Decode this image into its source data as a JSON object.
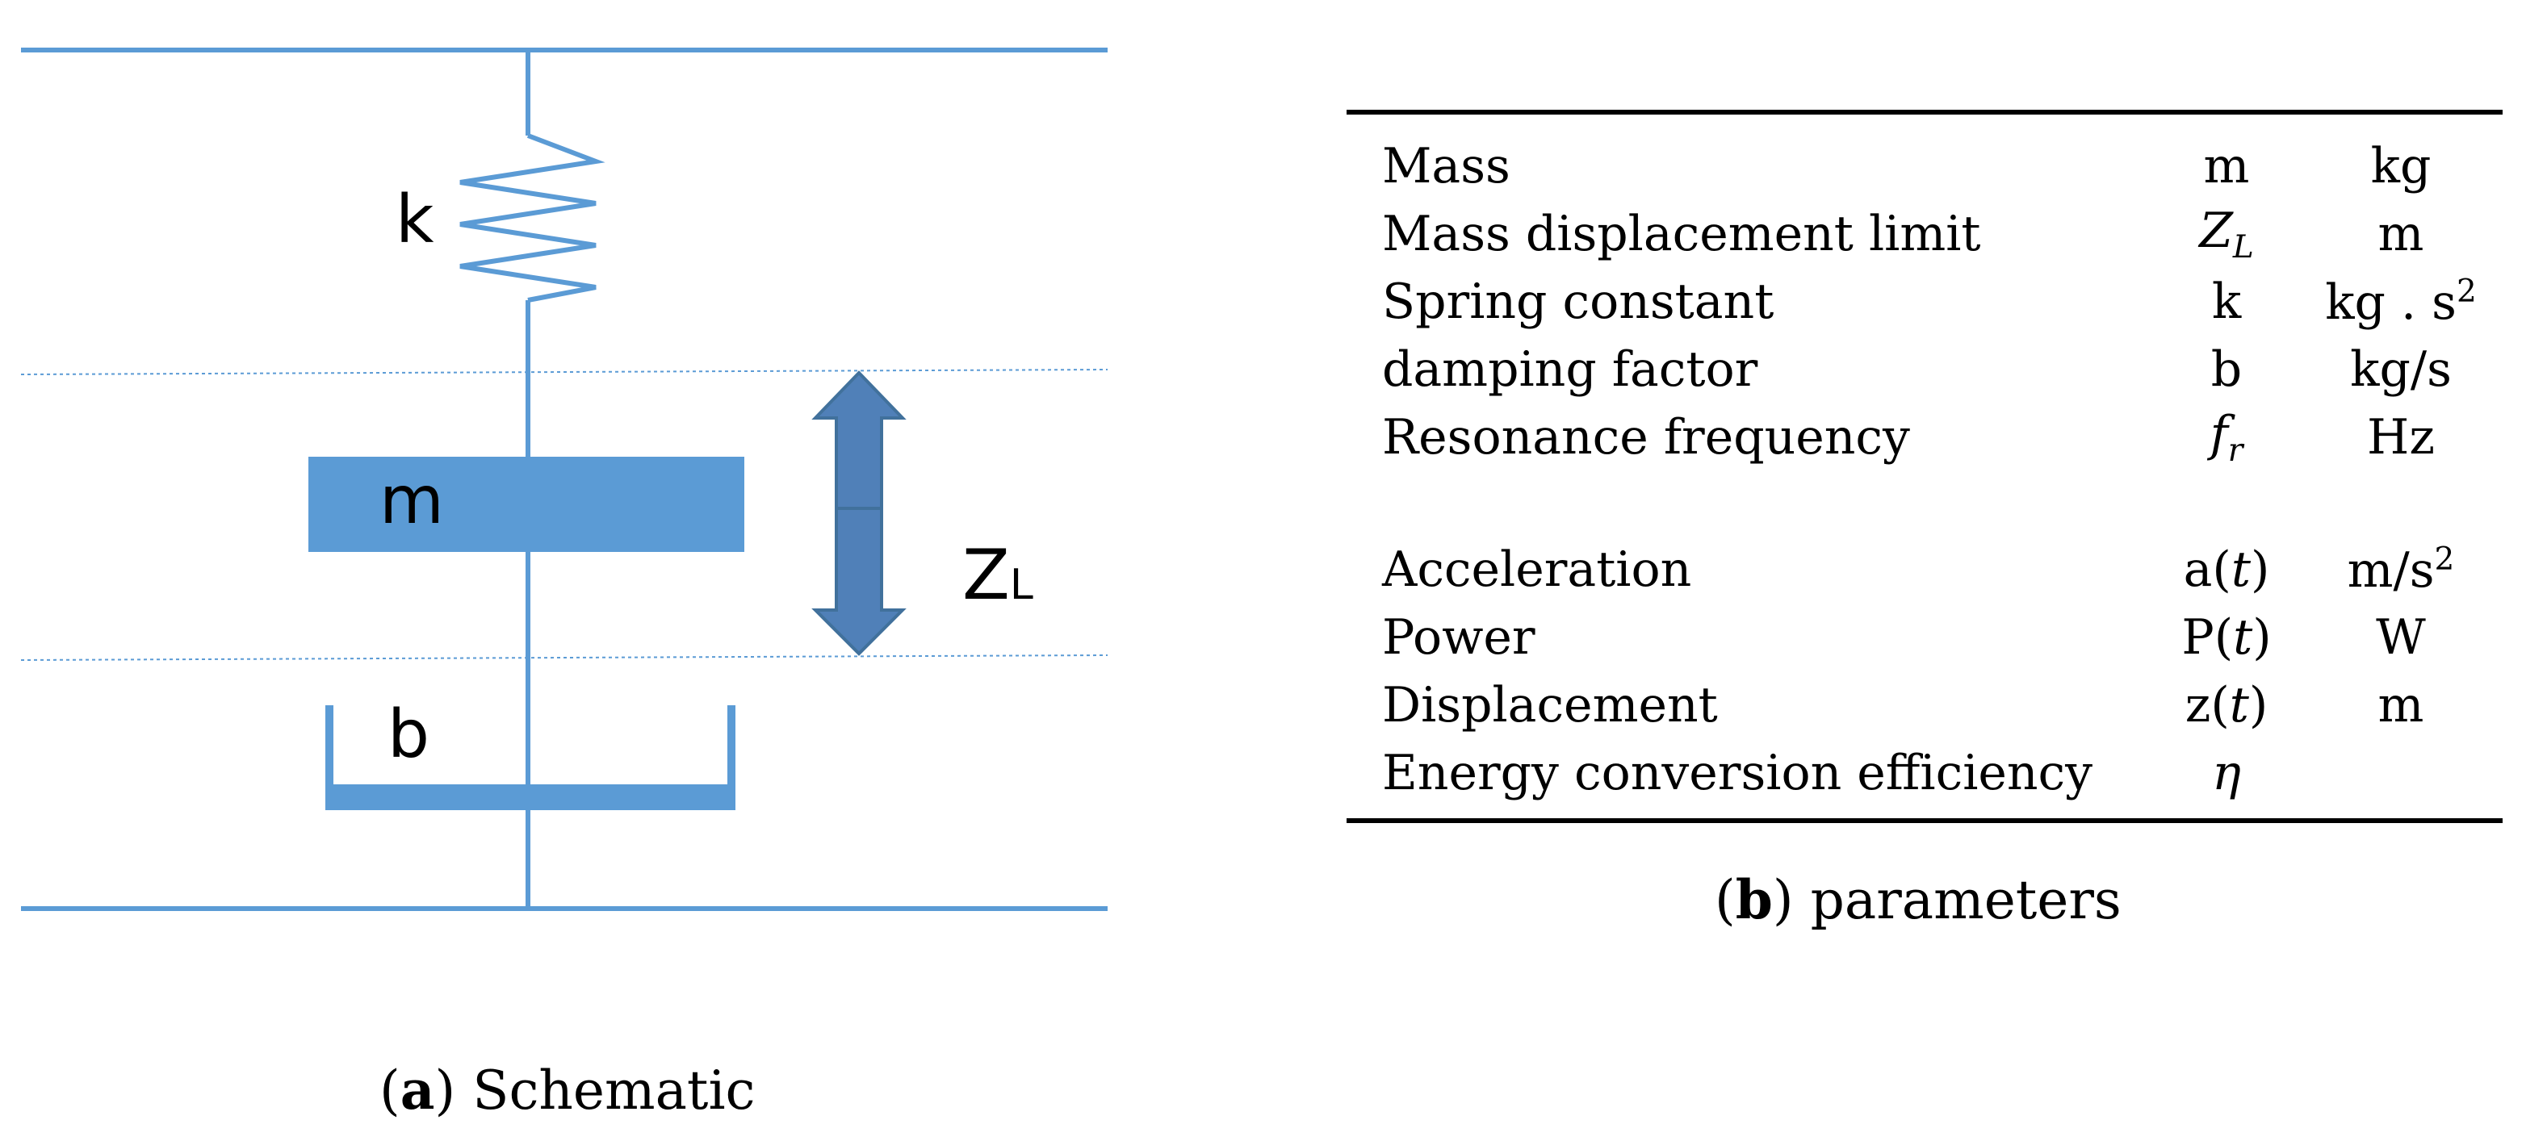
{
  "schematic": {
    "colors": {
      "line": "#5b9bd5",
      "mass_fill": "#5b9bd5",
      "arrow_fill": "#5080b8",
      "arrow_stroke": "#41719c"
    },
    "labels": {
      "spring": "k",
      "mass": "m",
      "limit_main": "Z",
      "limit_sub": "L",
      "damper": "b"
    },
    "caption": {
      "letter": "a",
      "text": "Schematic"
    }
  },
  "parameters": {
    "caption": {
      "letter": "b",
      "text": "parameters"
    },
    "rows": [
      {
        "name": "Mass",
        "symbol": "m",
        "unit": "kg"
      },
      {
        "name": "Mass displacement limit",
        "symbol_main": "Z",
        "symbol_sub": "L",
        "unit": "m"
      },
      {
        "name": "Spring constant",
        "symbol": "k",
        "unit_main": "kg . s",
        "unit_sup": "2"
      },
      {
        "name": "damping factor",
        "symbol": "b",
        "unit": "kg/s"
      },
      {
        "name": "Resonance frequency",
        "symbol_main": "f",
        "symbol_sub": "r",
        "unit": "Hz"
      },
      {
        "name": "Acceleration",
        "symbol_pre": "a(",
        "symbol_var": "t",
        "symbol_post": ")",
        "unit_main": "m/s",
        "unit_sup": "2"
      },
      {
        "name": "Power",
        "symbol_pre": "P(",
        "symbol_var": "t",
        "symbol_post": ")",
        "unit": "W"
      },
      {
        "name": "Displacement",
        "symbol_pre": "z(",
        "symbol_var": "t",
        "symbol_post": ")",
        "unit": "m"
      },
      {
        "name": "Energy conversion efficiency",
        "symbol": "η",
        "unit": ""
      }
    ]
  }
}
